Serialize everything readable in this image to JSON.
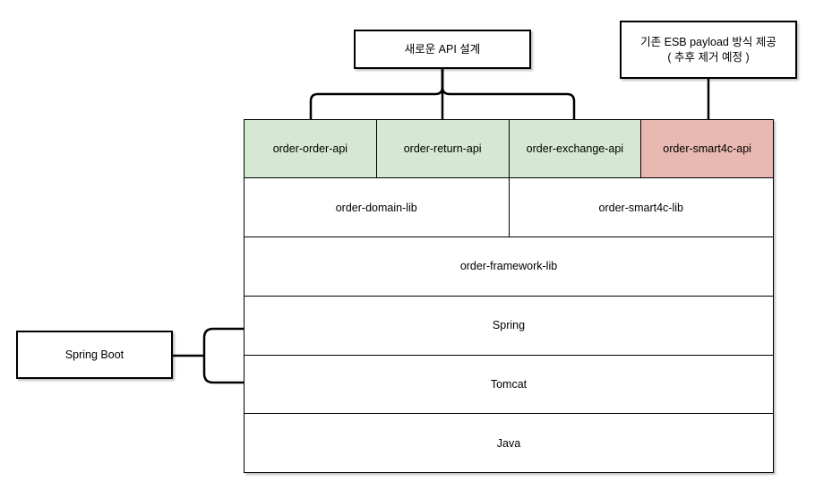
{
  "colors": {
    "background": "#ffffff",
    "line": "#000000",
    "border": "#000000",
    "green_fill": "#d5e8d4",
    "red_fill": "#e9b8b0",
    "white_fill": "#ffffff"
  },
  "callouts": {
    "new_api": {
      "label": "새로운 API 설계"
    },
    "esb": {
      "line1": "기존 ESB payload 방식 제공",
      "line2": "( 추후 제거 예정 )"
    },
    "spring_boot": {
      "label": "Spring Boot"
    }
  },
  "stack": {
    "api_row": [
      {
        "label": "order-order-api",
        "fill": "#d5e8d4"
      },
      {
        "label": "order-return-api",
        "fill": "#d5e8d4"
      },
      {
        "label": "order-exchange-api",
        "fill": "#d5e8d4"
      },
      {
        "label": "order-smart4c-api",
        "fill": "#e9b8b0"
      }
    ],
    "lib_row": [
      {
        "label": "order-domain-lib",
        "fill": "#ffffff"
      },
      {
        "label": "order-smart4c-lib",
        "fill": "#ffffff"
      }
    ],
    "full_rows": [
      {
        "label": "order-framework-lib",
        "fill": "#ffffff"
      },
      {
        "label": "Spring",
        "fill": "#ffffff"
      },
      {
        "label": "Tomcat",
        "fill": "#ffffff"
      },
      {
        "label": "Java",
        "fill": "#ffffff"
      }
    ]
  }
}
